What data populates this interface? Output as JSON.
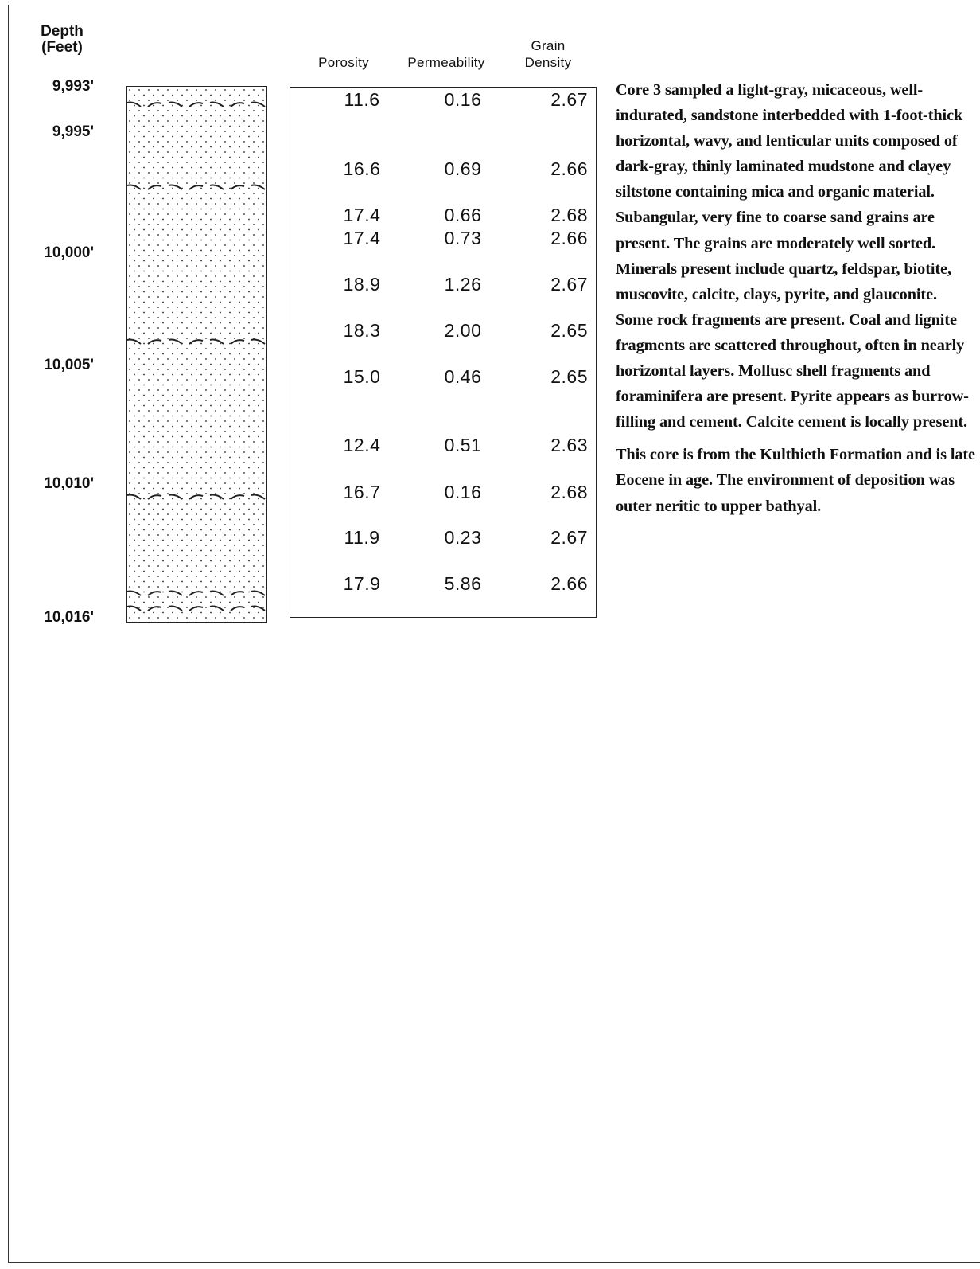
{
  "depth_header": {
    "line1": "Depth",
    "line2": "(Feet)"
  },
  "depth_labels": [
    "9,993'",
    "9,995'",
    "10,000'",
    "10,005'",
    "10,010'",
    "10,016'"
  ],
  "columns": {
    "porosity": "Porosity",
    "permeability": "Permeability",
    "grain_line1": "Grain",
    "grain_line2": "Density"
  },
  "rows": [
    {
      "porosity": "11.6",
      "permeability": "0.16",
      "grain_density": "2.67"
    },
    {
      "porosity": "16.6",
      "permeability": "0.69",
      "grain_density": "2.66"
    },
    {
      "porosity": "17.4",
      "permeability": "0.66",
      "grain_density": "2.68"
    },
    {
      "porosity": "17.4",
      "permeability": "0.73",
      "grain_density": "2.66"
    },
    {
      "porosity": "18.9",
      "permeability": "1.26",
      "grain_density": "2.67"
    },
    {
      "porosity": "18.3",
      "permeability": "2.00",
      "grain_density": "2.65"
    },
    {
      "porosity": "15.0",
      "permeability": "0.46",
      "grain_density": "2.65"
    },
    {
      "porosity": "12.4",
      "permeability": "0.51",
      "grain_density": "2.63"
    },
    {
      "porosity": "16.7",
      "permeability": "0.16",
      "grain_density": "2.68"
    },
    {
      "porosity": "11.9",
      "permeability": "0.23",
      "grain_density": "2.67"
    },
    {
      "porosity": "17.9",
      "permeability": "5.86",
      "grain_density": "2.66"
    }
  ],
  "description": {
    "paragraph1": "Core 3 sampled a light-gray, micaceous, well-indurated, sandstone interbedded with 1-foot-thick horizontal, wavy, and lenticular units composed of dark-gray, thinly laminated mudstone and clayey siltstone containing mica and organic material. Subangular, very fine to coarse sand grains are present. The grains are moderately well sorted. Minerals present include quartz, feldspar, biotite, muscovite, calcite, clays, pyrite, and glauconite. Some rock fragments are present. Coal and lignite fragments are scattered throughout, often in nearly horizontal layers. Mollusc shell fragments and foraminifera are present. Pyrite appears as burrow-filling and cement. Calcite cement is locally present.",
    "paragraph2": "This core is from the Kulthieth Formation and is late Eocene in age. The environment of deposition was outer neritic to upper bathyal."
  },
  "lithology": {
    "sandstone_pattern": "stippled-dots",
    "mudstone_pattern": "dashed-wavy-lines",
    "line_color": "#222222"
  }
}
